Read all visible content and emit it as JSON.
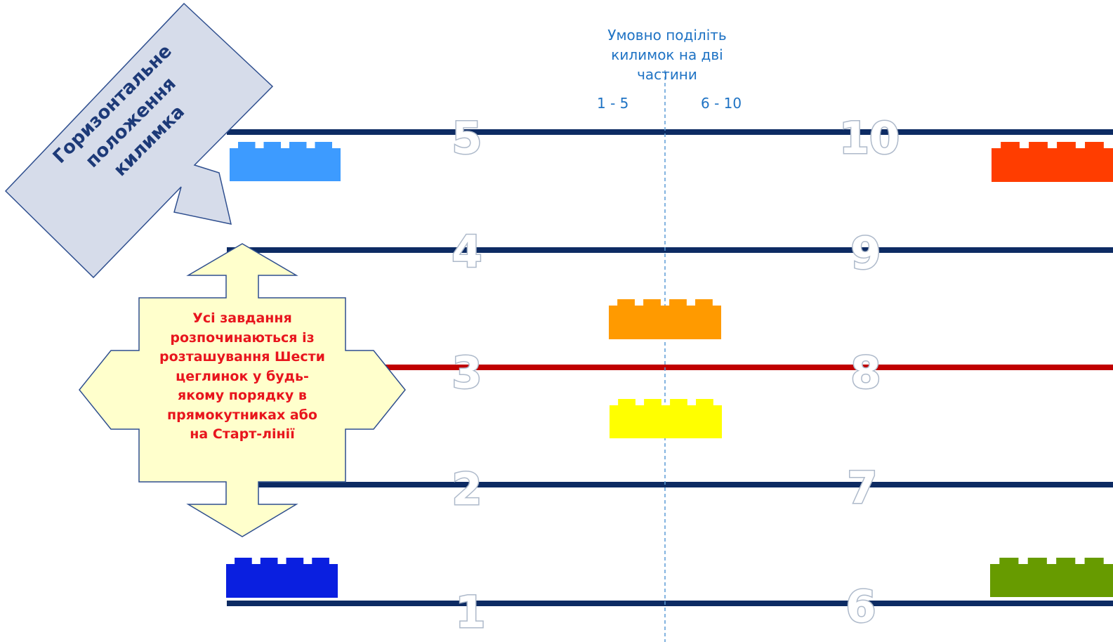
{
  "note": {
    "lines": [
      "Умовно поділіть",
      "килимок на дві",
      "частини"
    ],
    "range_left": "1 - 5",
    "range_right": "6 - 10"
  },
  "mat_label": {
    "lines": [
      "Горизонтальне",
      "положення",
      "килимка"
    ]
  },
  "task_box": {
    "lines": [
      "Усі завдання",
      "розпочинаються із",
      "розташування  Шести",
      "цеглинок у будь-",
      "якому порядку в",
      "прямокутниках або",
      "на Старт-лінії"
    ]
  },
  "lines": [
    {
      "left_number": "5",
      "right_number": "10",
      "color": "#0d2b63"
    },
    {
      "left_number": "4",
      "right_number": "9",
      "color": "#0d2b63"
    },
    {
      "left_number": "3",
      "right_number": "8",
      "color": "#c00000"
    },
    {
      "left_number": "2",
      "right_number": "7",
      "color": "#0d2b63"
    },
    {
      "left_number": "1",
      "right_number": "6",
      "color": "#0d2b63"
    }
  ],
  "bricks": [
    {
      "name": "brick-light-blue",
      "color": "#3d9bff"
    },
    {
      "name": "brick-red",
      "color": "#ff3d00"
    },
    {
      "name": "brick-orange",
      "color": "#ff9a00"
    },
    {
      "name": "brick-yellow",
      "color": "#ffff00"
    },
    {
      "name": "brick-blue",
      "color": "#0a1fe0"
    },
    {
      "name": "brick-green",
      "color": "#679b00"
    }
  ],
  "colors": {
    "divider": "#5b9bd5",
    "number_fill": "#ffffff",
    "number_stroke": "#adb9ca",
    "mat_arrow_fill": "#d6dcea",
    "mat_arrow_stroke": "#2f4f8f",
    "task_arrow_fill": "#ffffcc",
    "task_arrow_stroke": "#2f4f8f"
  }
}
